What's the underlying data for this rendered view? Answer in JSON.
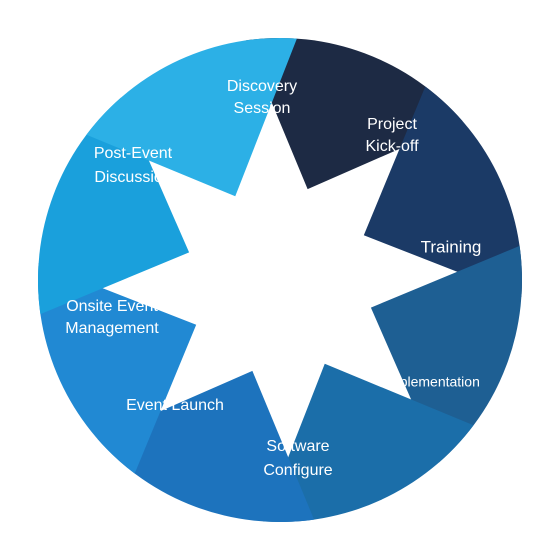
{
  "diagram": {
    "segments": [
      {
        "lines": [
          "Discovery",
          "Session"
        ],
        "color": "#1d2a44"
      },
      {
        "lines": [
          "Project",
          "Kick-off"
        ],
        "color": "#1b3a66"
      },
      {
        "lines": [
          "Training"
        ],
        "color": "#1e5f93"
      },
      {
        "lines": [
          "Implementation"
        ],
        "color": "#1b6ea9"
      },
      {
        "lines": [
          "Software",
          "Configure"
        ],
        "color": "#1d73bd"
      },
      {
        "lines": [
          "Event Launch"
        ],
        "color": "#2189d3"
      },
      {
        "lines": [
          "Onsite Event",
          "Management"
        ],
        "color": "#1aa0dc"
      },
      {
        "lines": [
          "Post-Event",
          "Discussion"
        ],
        "color": "#2cb0e6"
      }
    ]
  }
}
